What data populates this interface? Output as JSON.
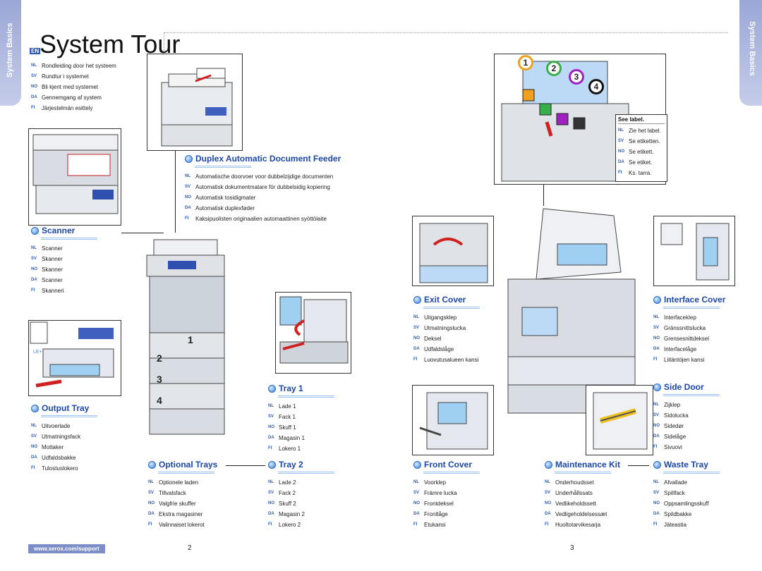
{
  "side_tab_left": "System Basics",
  "side_tab_right": "System Basics",
  "title": {
    "lang": "EN",
    "text": "System Tour"
  },
  "intro": [
    {
      "code": "NL",
      "text": "Rondleiding door het systeem"
    },
    {
      "code": "SV",
      "text": "Rundtur i systemet"
    },
    {
      "code": "NO",
      "text": "Bli kjent med systemet"
    },
    {
      "code": "DA",
      "text": "Gennemgang af system"
    },
    {
      "code": "FI",
      "text": "Järjestelmän esittely"
    }
  ],
  "sections": {
    "duplex": {
      "title": "Duplex Automatic Document Feeder",
      "items": [
        {
          "code": "NL",
          "text": "Automatische doorvoer voor dubbelzijdige documenten"
        },
        {
          "code": "SV",
          "text": "Automatisk dokumentmatare för dubbelsidig kopiering"
        },
        {
          "code": "NO",
          "text": "Automatisk tosidigmater"
        },
        {
          "code": "DA",
          "text": "Automatisk duplexføder"
        },
        {
          "code": "FI",
          "text": "Kaksipuolisten originaalien automaattinen syöttölaite"
        }
      ]
    },
    "scanner": {
      "title": "Scanner",
      "items": [
        {
          "code": "NL",
          "text": "Scanner"
        },
        {
          "code": "SV",
          "text": "Skanner"
        },
        {
          "code": "NO",
          "text": "Skanner"
        },
        {
          "code": "DA",
          "text": "Scanner"
        },
        {
          "code": "FI",
          "text": "Skanneri"
        }
      ]
    },
    "output_tray": {
      "title": "Output Tray",
      "items": [
        {
          "code": "NL",
          "text": "Uitvoerlade"
        },
        {
          "code": "SV",
          "text": "Utmatningsfack"
        },
        {
          "code": "NO",
          "text": "Mottaker"
        },
        {
          "code": "DA",
          "text": "Udfaldsbakke"
        },
        {
          "code": "FI",
          "text": "Tulostuslokero"
        }
      ]
    },
    "optional_trays": {
      "title": "Optional Trays",
      "items": [
        {
          "code": "NL",
          "text": "Optionele laden"
        },
        {
          "code": "SV",
          "text": "Tillvalsfack"
        },
        {
          "code": "NO",
          "text": "Valgfrie skuffer"
        },
        {
          "code": "DA",
          "text": "Ekstra magasiner"
        },
        {
          "code": "FI",
          "text": "Valinnaiset lokerot"
        }
      ]
    },
    "tray1": {
      "title": "Tray 1",
      "items": [
        {
          "code": "NL",
          "text": "Lade 1"
        },
        {
          "code": "SV",
          "text": "Fack 1"
        },
        {
          "code": "NO",
          "text": "Skuff 1"
        },
        {
          "code": "DA",
          "text": "Magasin 1"
        },
        {
          "code": "FI",
          "text": "Lokero 1"
        }
      ]
    },
    "tray2": {
      "title": "Tray 2",
      "items": [
        {
          "code": "NL",
          "text": "Lade 2"
        },
        {
          "code": "SV",
          "text": "Fack 2"
        },
        {
          "code": "NO",
          "text": "Skuff 2"
        },
        {
          "code": "DA",
          "text": "Magasin 2"
        },
        {
          "code": "FI",
          "text": "Lokero 2"
        }
      ]
    },
    "exit_cover": {
      "title": "Exit Cover",
      "items": [
        {
          "code": "NL",
          "text": "Uitgangsklep"
        },
        {
          "code": "SV",
          "text": "Utmatningslucka"
        },
        {
          "code": "NO",
          "text": "Deksel"
        },
        {
          "code": "DA",
          "text": "Udfaldslåge"
        },
        {
          "code": "FI",
          "text": "Luovutusalueen kansi"
        }
      ]
    },
    "interface_cover": {
      "title": "Interface Cover",
      "items": [
        {
          "code": "NL",
          "text": "Interfaceklep"
        },
        {
          "code": "SV",
          "text": "Gränssnittslucka"
        },
        {
          "code": "NO",
          "text": "Grensesnittdeksel"
        },
        {
          "code": "DA",
          "text": "Interfacelåge"
        },
        {
          "code": "FI",
          "text": "Liitäntöjen kansi"
        }
      ]
    },
    "side_door": {
      "title": "Side Door",
      "items": [
        {
          "code": "NL",
          "text": "Zijklep"
        },
        {
          "code": "SV",
          "text": "Sidolucka"
        },
        {
          "code": "NO",
          "text": "Sidedør"
        },
        {
          "code": "DA",
          "text": "Sidelåge"
        },
        {
          "code": "FI",
          "text": "Sivuovi"
        }
      ]
    },
    "front_cover": {
      "title": "Front Cover",
      "items": [
        {
          "code": "NL",
          "text": "Voorklep"
        },
        {
          "code": "SV",
          "text": "Främre lucka"
        },
        {
          "code": "NO",
          "text": "Frontdeksel"
        },
        {
          "code": "DA",
          "text": "Frontlåge"
        },
        {
          "code": "FI",
          "text": "Etukansi"
        }
      ]
    },
    "maintenance_kit": {
      "title": "Maintenance Kit",
      "items": [
        {
          "code": "NL",
          "text": "Onderhoudsset"
        },
        {
          "code": "SV",
          "text": "Underhållssats"
        },
        {
          "code": "NO",
          "text": "Vedlikeholdssett"
        },
        {
          "code": "DA",
          "text": "Vedligeholdelsessæt"
        },
        {
          "code": "FI",
          "text": "Huoltotarvikesarja"
        }
      ]
    },
    "waste_tray": {
      "title": "Waste Tray",
      "items": [
        {
          "code": "NL",
          "text": "Afvallade"
        },
        {
          "code": "SV",
          "text": "Spillfack"
        },
        {
          "code": "NO",
          "text": "Oppsamlingsskuff"
        },
        {
          "code": "DA",
          "text": "Spildbakke"
        },
        {
          "code": "FI",
          "text": "Jäteastia"
        }
      ]
    }
  },
  "see_label": {
    "title": "See label.",
    "items": [
      {
        "code": "NL",
        "text": "Zie het label."
      },
      {
        "code": "SV",
        "text": "Se etiketten."
      },
      {
        "code": "NO",
        "text": "Se etikett."
      },
      {
        "code": "DA",
        "text": "Se etiket."
      },
      {
        "code": "FI",
        "text": "Ks. tarra."
      }
    ]
  },
  "tray_numbers": [
    "1",
    "2",
    "3",
    "4"
  ],
  "ink_numbers": [
    "1",
    "2",
    "3",
    "4"
  ],
  "ink_colors": [
    "#f0a020",
    "#38b04a",
    "#a020c0",
    "#111111"
  ],
  "footer": {
    "url": "www.xerox.com/support",
    "page_left": "2",
    "page_right": "3"
  },
  "accent": "#1c47a8"
}
